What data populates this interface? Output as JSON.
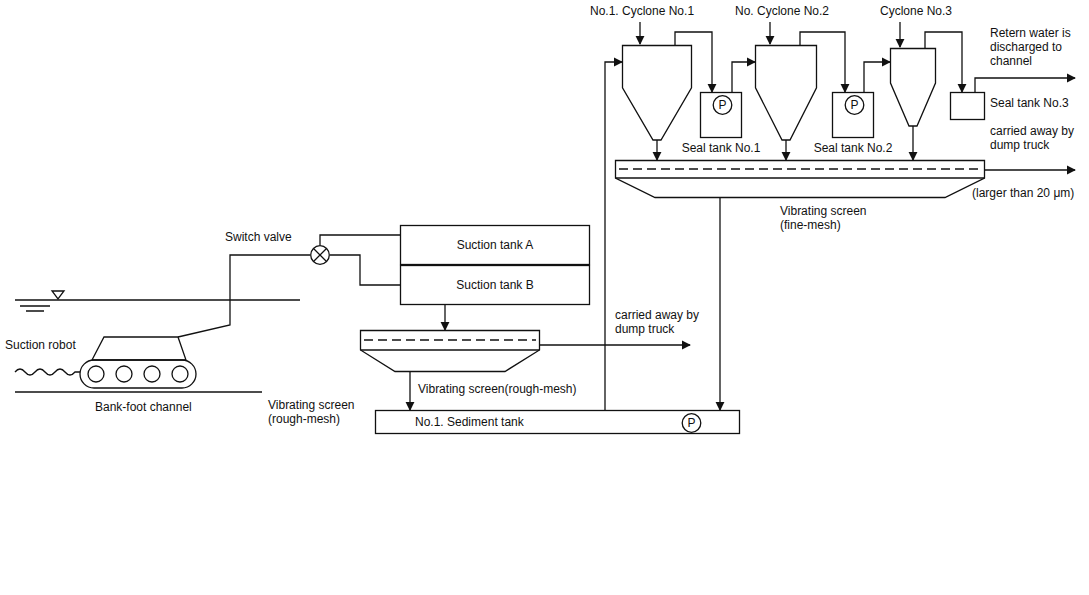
{
  "diagram": {
    "nodes": [
      {
        "text": [
          "No.1. Cyclone No.1"
        ]
      },
      {
        "text": [
          "No. Cyclone No.2"
        ]
      },
      {
        "text": [
          "Cyclone No.3"
        ]
      },
      {
        "text": [
          "Seal tank No.1"
        ]
      },
      {
        "text": [
          "P"
        ],
        "in": 3
      },
      {
        "text": [
          "Seal tank No.2"
        ]
      },
      {
        "text": [
          "P"
        ],
        "in": 5
      },
      {
        "text": [
          "Seal tank No.3"
        ]
      },
      {
        "text": [
          "Vibrating screen (fine-mesh)"
        ]
      },
      {
        "text": [
          "Switch valve"
        ]
      },
      {
        "text": [
          "Suction tank A"
        ]
      },
      {
        "text": [
          "Suction tank B"
        ]
      },
      {
        "text": [
          "Vibrating screen(rough-mesh)"
        ]
      },
      {
        "text": [
          "No.1. Sediment tank"
        ]
      },
      {
        "text": [
          "P"
        ],
        "in": 13
      }
    ],
    "edges": [
      {
        "from": 13,
        "to": 0,
        "arrow": "to"
      },
      {
        "from": 0,
        "to": 3,
        "arrow": "to"
      },
      {
        "from": 0,
        "to": 8,
        "arrow": "to"
      },
      {
        "from": 3,
        "to": 1,
        "arrow": "to"
      },
      {
        "from": 1,
        "to": 5,
        "arrow": "to"
      },
      {
        "from": 1,
        "to": 8,
        "arrow": "to"
      },
      {
        "from": 5,
        "to": 2,
        "arrow": "to"
      },
      {
        "from": 2,
        "to": 7,
        "arrow": "to"
      },
      {
        "from": 2,
        "to": 8,
        "arrow": "to"
      },
      {
        "from": 8,
        "to": 13,
        "arrow": "to"
      },
      {
        "from": 9,
        "to": 10,
        "arrow": "none"
      },
      {
        "from": 9,
        "to": 11,
        "arrow": "none"
      },
      {
        "from": 11,
        "to": 12,
        "arrow": "to"
      },
      {
        "from": 12,
        "to": 13,
        "arrow": "to"
      }
    ],
    "labels": [
      "Retern water is discharged to channel",
      "carried away by dump truck",
      "(larger than 20 μm)",
      "carried away by dump truck",
      "Suction robot",
      "Bank-foot channel",
      "Vibrating screen (rough-mesh)"
    ]
  }
}
